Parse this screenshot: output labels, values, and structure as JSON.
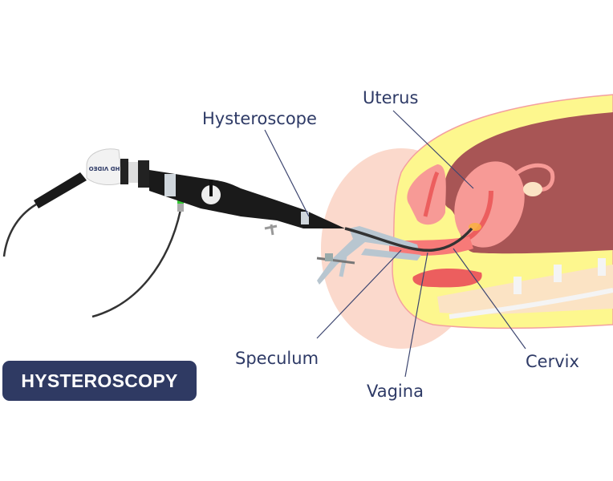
{
  "title": "HYSTEROSCOPY",
  "labels": {
    "hysteroscope": "Hysteroscope",
    "uterus": "Uterus",
    "speculum": "Speculum",
    "vagina": "Vagina",
    "cervix": "Cervix"
  },
  "camera_text": "HD VIDEO",
  "colors": {
    "label": "#2e3a66",
    "badge": "#2f3a63",
    "yellow": "#fdf78e",
    "maroon": "#a85555",
    "pink": "#f79a96",
    "peach": "#fbd9cc"
  }
}
